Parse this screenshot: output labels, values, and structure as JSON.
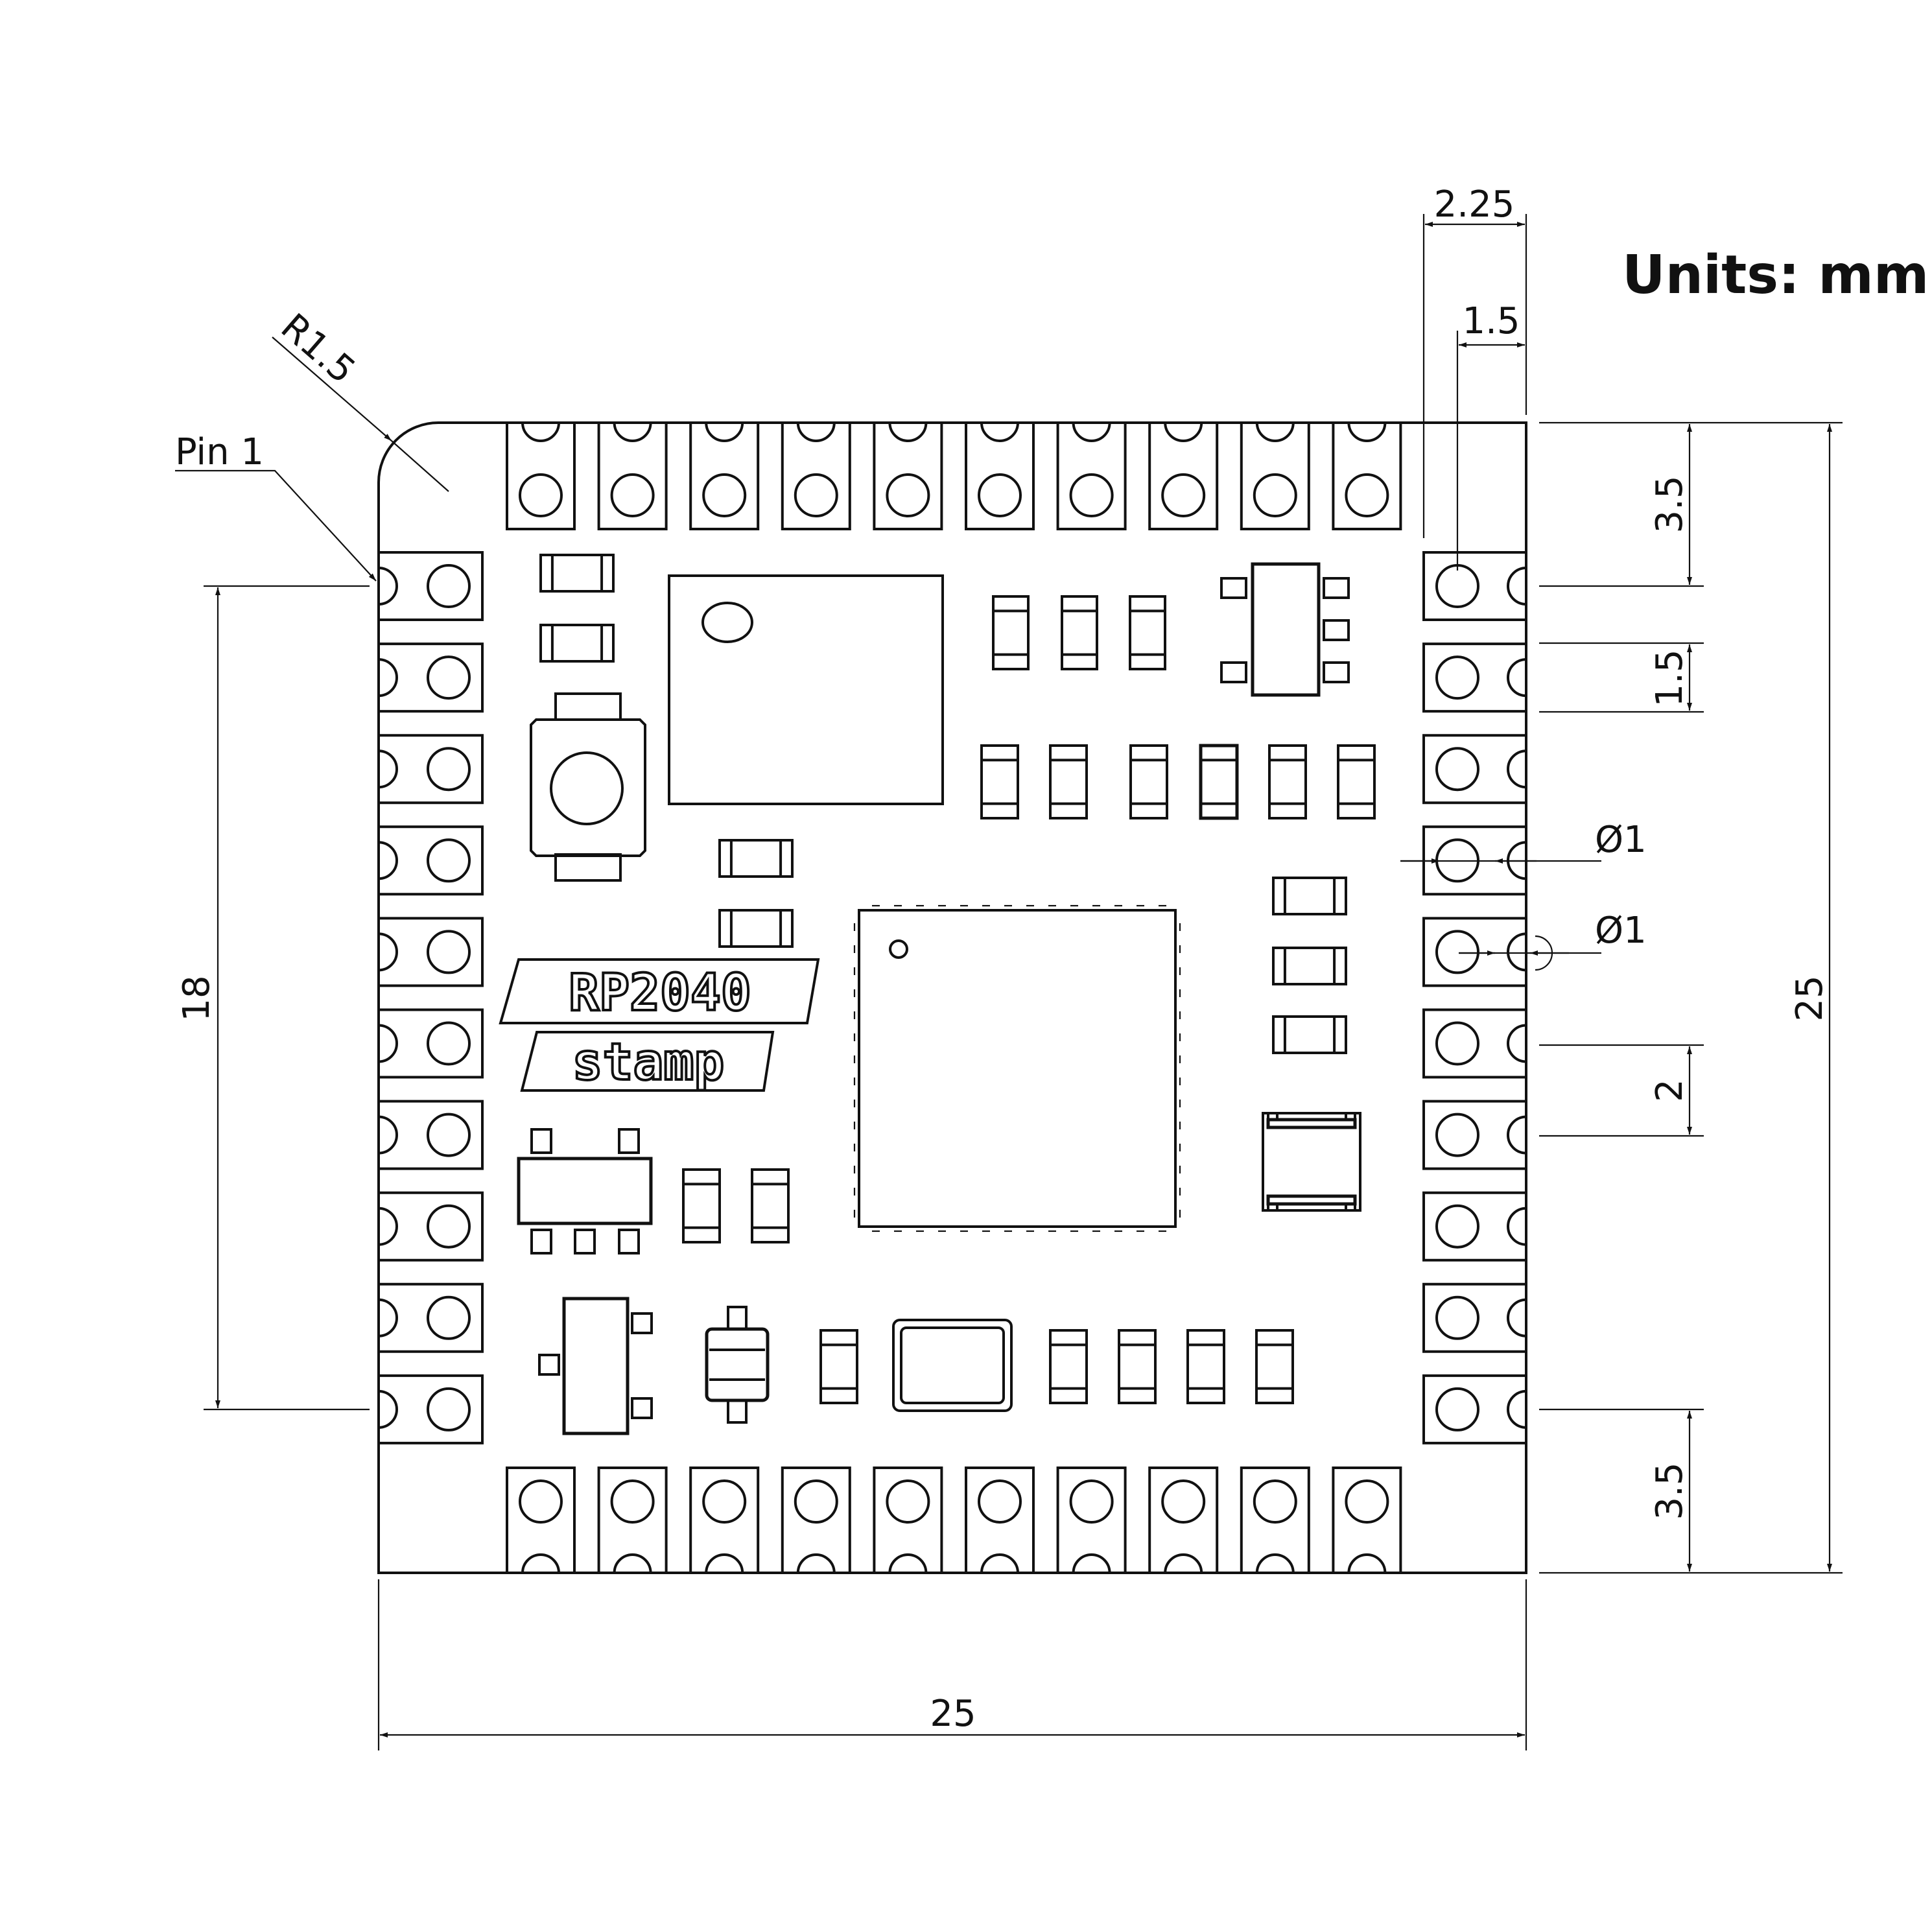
{
  "title": {
    "units_label": "Units: mm"
  },
  "board": {
    "logo_line1": "RP2040",
    "logo_line2": "stamp"
  },
  "labels": {
    "pin1": "Pin 1",
    "corner_radius": "R1.5",
    "top_offset": "2.25",
    "hole_offset": "1.5",
    "right_top_margin": "3.5",
    "pad_width": "1.5",
    "hole_dia_1": "Ø1",
    "hole_dia_2": "Ø1",
    "pad_pitch": "2",
    "right_bottom_margin": "3.5",
    "height_total": "25",
    "left_span": "18",
    "width_total": "25"
  }
}
